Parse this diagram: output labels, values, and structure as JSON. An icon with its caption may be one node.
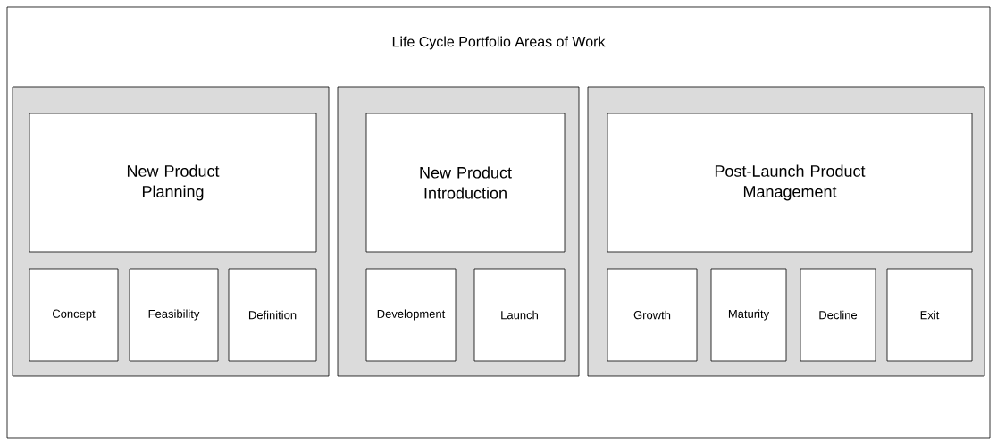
{
  "diagram": {
    "title": "Life Cycle Portfolio Areas of Work",
    "nodes": [
      {
        "text": [],
        "shape": "box"
      },
      {
        "text": [
          "New Product Planning"
        ],
        "in": 0
      },
      {
        "text": [
          "Concept"
        ],
        "in": 0
      },
      {
        "text": [
          "Feasibility"
        ],
        "in": 0
      },
      {
        "text": [
          "Definition"
        ],
        "in": 0
      },
      {
        "text": [],
        "shape": "box"
      },
      {
        "text": [
          "New Product Introduction"
        ],
        "in": 5
      },
      {
        "text": [
          "Development"
        ],
        "in": 5
      },
      {
        "text": [
          "Launch"
        ],
        "in": 5
      },
      {
        "text": [],
        "shape": "box"
      },
      {
        "text": [
          "Post-Launch Product Management"
        ],
        "in": 9
      },
      {
        "text": [
          "Growth"
        ],
        "in": 9
      },
      {
        "text": [
          "Maturity"
        ],
        "in": 9
      },
      {
        "text": [
          "Decline"
        ],
        "in": 9
      },
      {
        "text": [
          "Exit"
        ],
        "in": 9
      }
    ]
  }
}
